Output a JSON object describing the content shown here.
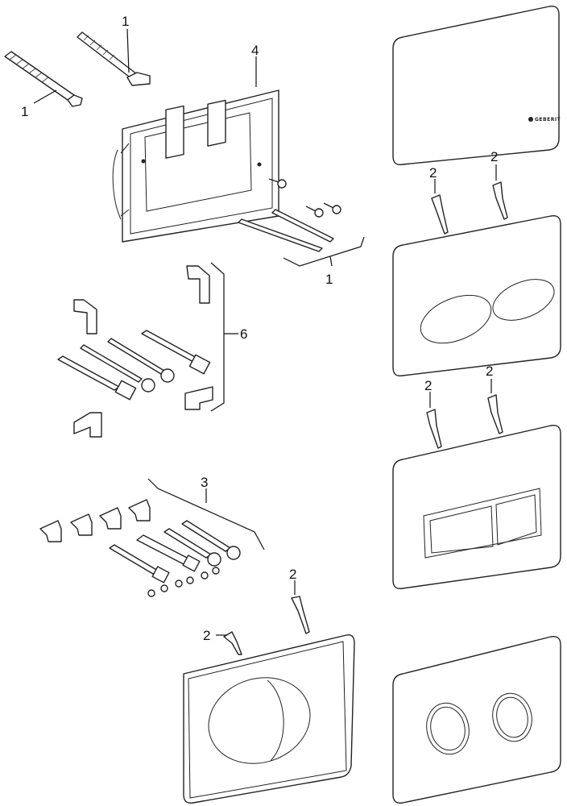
{
  "labels": {
    "rods_top_a": "1",
    "rods_top_b": "1",
    "frame": "4",
    "rods_mid": "1",
    "kit_6": "6",
    "kit_3": "3",
    "pin_plate_a_left": "2",
    "pin_plate_a_right": "2",
    "pin_plate_b_left": "2",
    "pin_plate_b_right": "2",
    "pin_plate_d_left": "2",
    "pin_plate_d_right": "2"
  },
  "brand_logo_text": "GEBERIT"
}
